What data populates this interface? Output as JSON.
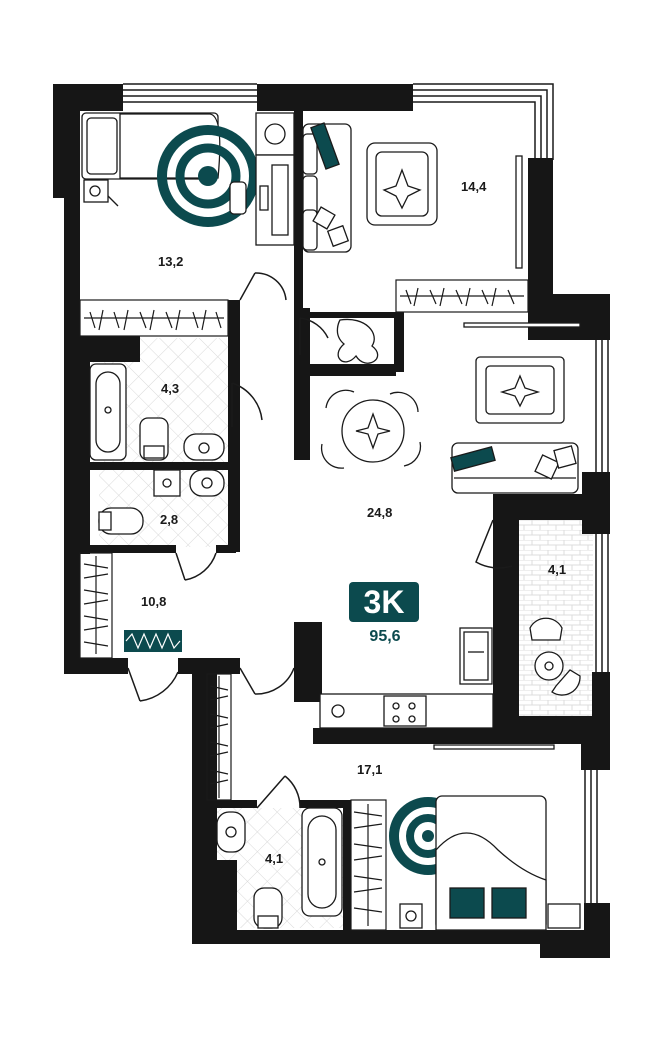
{
  "plan": {
    "type": "3K",
    "total_area": "95,6",
    "accent_color": "#0c4a4e",
    "wall_color": "#161616",
    "rooms": [
      {
        "id": "bedroom-1",
        "area": "13,2"
      },
      {
        "id": "bedroom-2",
        "area": "14,4"
      },
      {
        "id": "bathroom-1",
        "area": "4,3"
      },
      {
        "id": "toilet",
        "area": "2,8"
      },
      {
        "id": "hallway",
        "area": "10,8"
      },
      {
        "id": "kitchen-living",
        "area": "24,8"
      },
      {
        "id": "balcony",
        "area": "4,1"
      },
      {
        "id": "bedroom-3",
        "area": "17,1"
      },
      {
        "id": "bathroom-2",
        "area": "4,1"
      }
    ]
  }
}
